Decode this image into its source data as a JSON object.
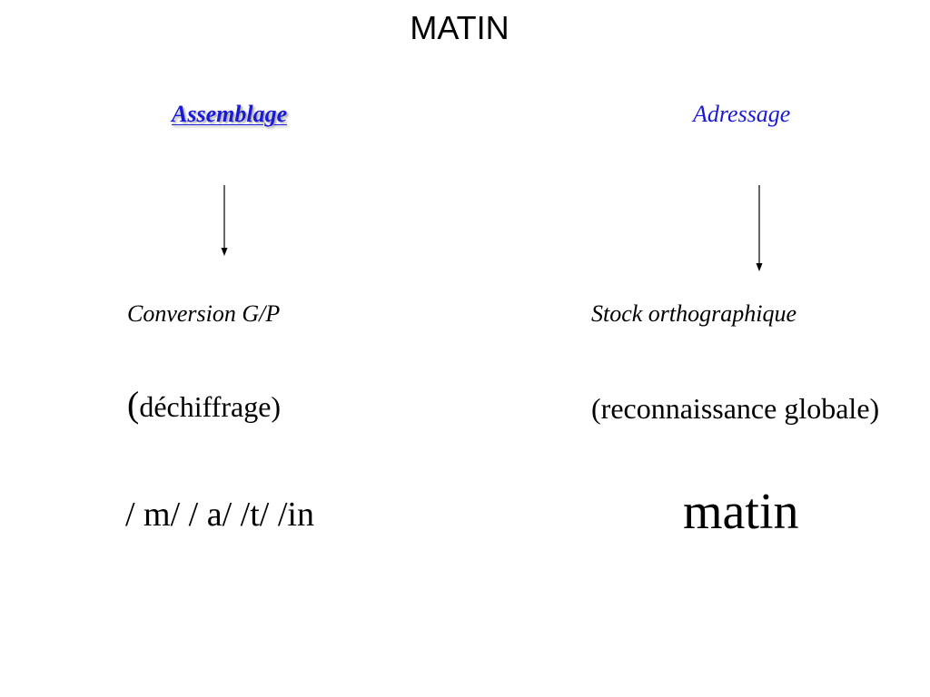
{
  "title": "MATIN",
  "left": {
    "heading": "Assemblage",
    "label": "Conversion G/P",
    "sub_open": "(",
    "sub_rest": "déchiffrage)",
    "phonemes": "/ m/ / a/ /t/ /in"
  },
  "right": {
    "heading": "Adressage",
    "label": "Stock orthographique",
    "sub": "(reconnaissance globale)",
    "word": "matin"
  },
  "colors": {
    "heading": "#1a1ad6",
    "text": "#000000",
    "background": "#ffffff"
  },
  "icons": {
    "left_arrow": "down-arrow-icon",
    "right_arrow": "down-arrow-icon"
  }
}
